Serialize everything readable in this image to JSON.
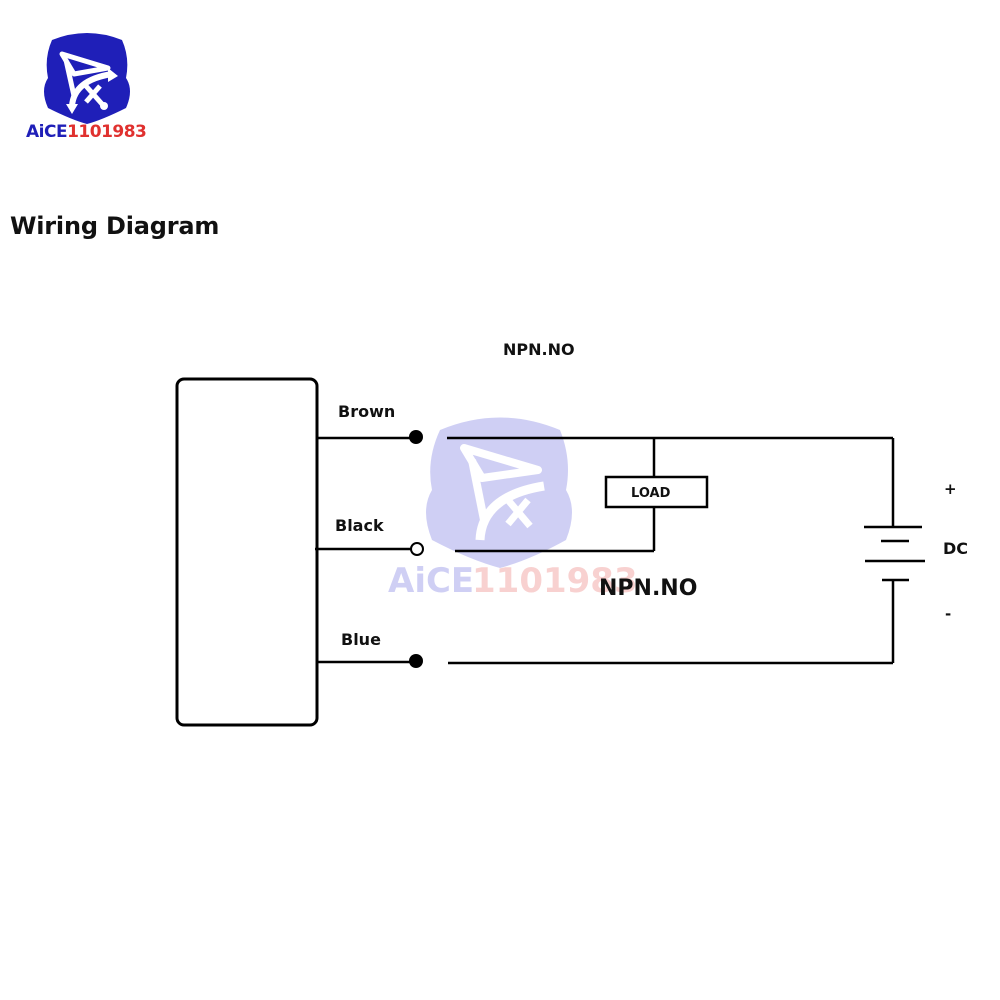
{
  "brand": {
    "logo_text_blue": "AiCE",
    "logo_text_red": "1101983",
    "colors": {
      "blue": "#1f1fb8",
      "red": "#e0312f"
    }
  },
  "header": {
    "title": "Wiring Diagram"
  },
  "diagram": {
    "top_label": "NPN.NO",
    "center_label": "NPN.NO",
    "wires": [
      {
        "color": "Brown",
        "terminal": "filled"
      },
      {
        "color": "Black",
        "terminal": "open"
      },
      {
        "color": "Blue",
        "terminal": "filled"
      }
    ],
    "load_label": "LOAD",
    "supply": {
      "label": "DC",
      "positive": "+",
      "negative": "-"
    },
    "watermark": {
      "text_blue": "AiCE",
      "text_red": "1101983"
    }
  }
}
